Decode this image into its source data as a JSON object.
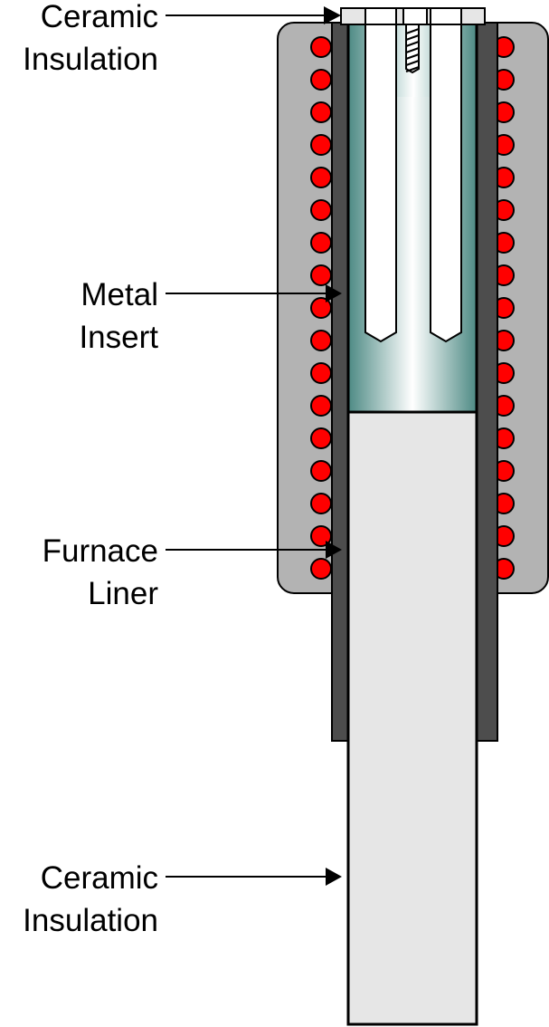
{
  "diagram": {
    "title": "Induction furnace cross-section",
    "colors": {
      "housing": "#b3b3b3",
      "liner": "#4d4d4d",
      "coil": "#ff0000",
      "ceramic": "#e6e6e6",
      "insert_edge": "#4d8a84",
      "insert_center": "#ffffff",
      "outline": "#000000"
    },
    "coil_turns_per_side": 17,
    "labels": [
      {
        "id": "ceramic-top",
        "lines": [
          "Ceramic",
          "Insulation"
        ]
      },
      {
        "id": "metal-insert",
        "lines": [
          "Metal",
          "Insert"
        ]
      },
      {
        "id": "furnace-liner",
        "lines": [
          "Furnace",
          "Liner"
        ]
      },
      {
        "id": "ceramic-bottom",
        "lines": [
          "Ceramic",
          "Insulation"
        ]
      }
    ]
  }
}
